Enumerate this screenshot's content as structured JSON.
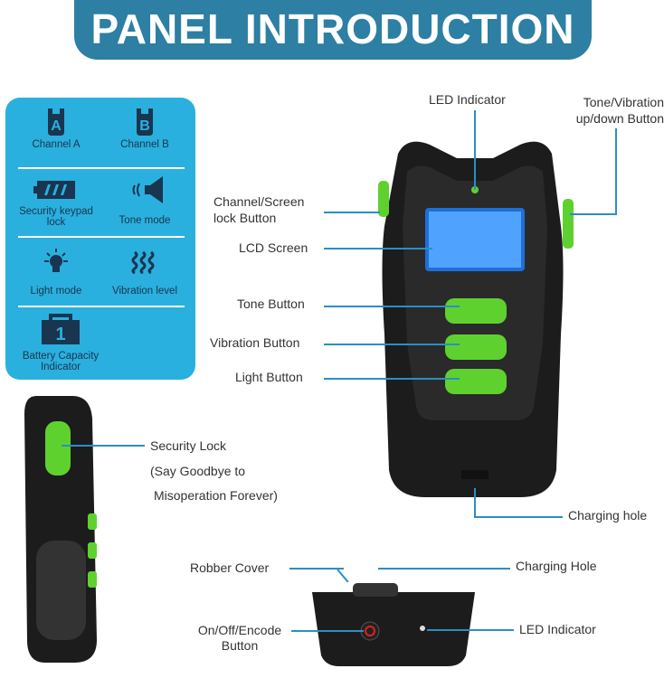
{
  "title": "PANEL INTRODUCTION",
  "legend": {
    "channel_a": "Channel A",
    "channel_b": "Channel B",
    "security": "Security keypad lock",
    "tone": "Tone mode",
    "light": "Light mode",
    "vibration": "Vibration level",
    "battery": "Battery Capacity Indicator",
    "battery_number": "1",
    "a": "A",
    "b": "B"
  },
  "labels": {
    "led_indicator": "LED Indicator",
    "tone_vibration_updown": "Tone/Vibration up/down Button",
    "channel_screen_lock": "Channel/Screen lock Button",
    "lcd_screen": "LCD Screen",
    "tone_button": "Tone Button",
    "vibration_button": "Vibration Button",
    "light_button": "Light Button",
    "security_lock": "Security Lock",
    "security_note_1": "(Say Goodbye to",
    "security_note_2": "Misoperation Forever)",
    "charging_hole": "Charging hole",
    "robber_cover": "Robber Cover",
    "collar_charging_hole": "Charging Hole",
    "on_off_encode": "On/Off/Encode Button",
    "collar_led": "LED Indicator"
  },
  "colors": {
    "banner": "#2d7fa3",
    "legend_bg": "#2ab0de",
    "accent_green": "#5fd12f",
    "line": "#2a8fc4"
  }
}
